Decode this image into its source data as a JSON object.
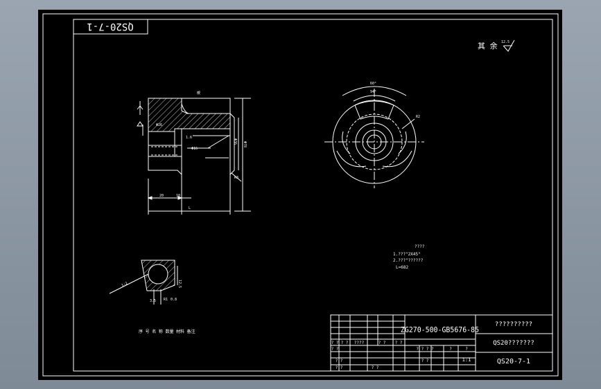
{
  "drawing": {
    "stamp_mirrored": "QS20-7-1",
    "roughness_note": "其 余",
    "roughness_value": "12.5",
    "notes": {
      "title": "????",
      "line1": "1.???\"2X45°",
      "line2": "2.???\"??????",
      "line3": "L=682"
    },
    "dimensions": {
      "d_outer": "Φ78",
      "d_mid": "Φ36",
      "d_bore": "Φ16",
      "d_thread": "Φ26",
      "chamfer": "1.6",
      "len_20": "20",
      "len_10": "10",
      "len_l": "L",
      "angle_a": "60°",
      "angle_b": "94°",
      "radius": "R2",
      "end_r": "R3",
      "note_left": "楔",
      "detail_1": "1:2",
      "detail_2": "12.5",
      "detail_3": "3.5",
      "detail_4": "R1",
      "detail_5": "0.8"
    },
    "detail_label": "序 号 名 称 数量 材料 备注",
    "title_block": {
      "material": "ZG270-500-GB5676-85",
      "company": "??????????",
      "part_name": "QS20???????",
      "drawing_no": "QS20-7-1",
      "scale": "1:1",
      "row_a": [
        "? ?",
        "? ?",
        "????",
        "? ?",
        "? ?"
      ],
      "row_b": [
        "? ?",
        "? ? ? ?",
        "?",
        "?"
      ],
      "row_c": [
        "? ?",
        "? ?"
      ],
      "row_d": [
        "? ?",
        "? ?"
      ]
    }
  }
}
